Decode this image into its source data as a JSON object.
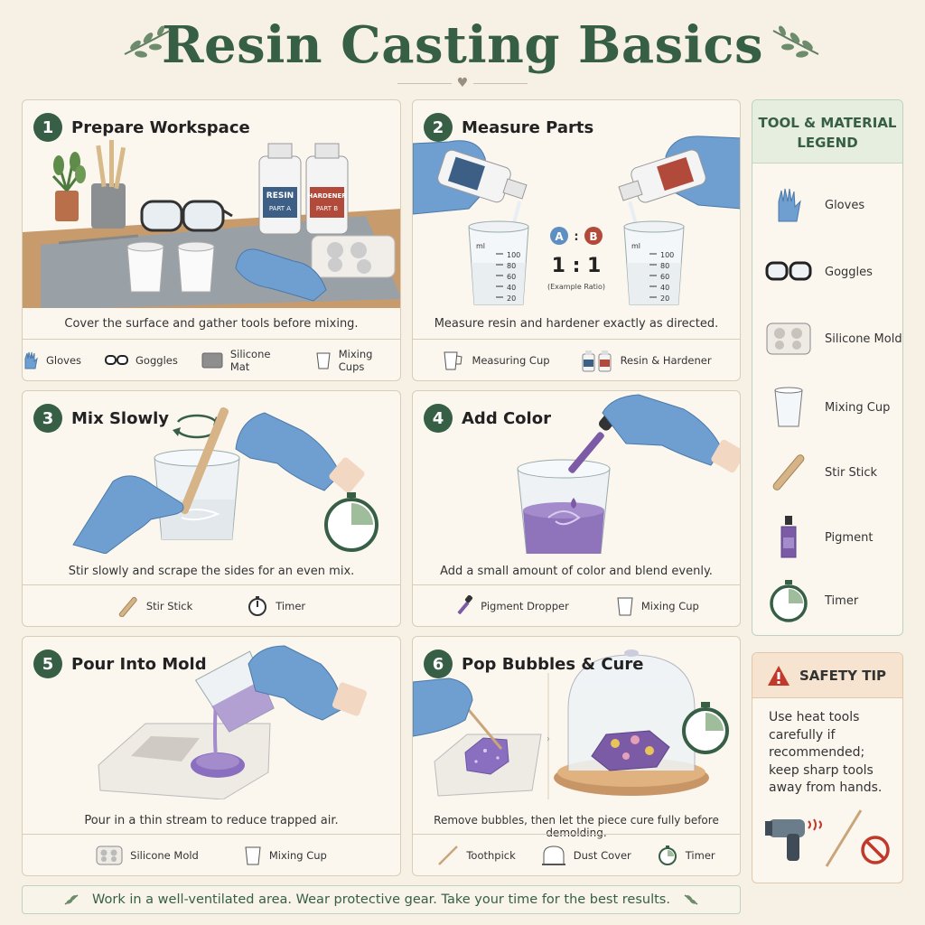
{
  "title": "Resin Casting Basics",
  "steps": [
    {
      "number": "1",
      "title": "Prepare Workspace",
      "caption": "Cover the surface and gather tools before mixing.",
      "bottle_labels": [
        "RESIN",
        "PART A",
        "HARDENER",
        "PART B"
      ],
      "tools": [
        "Gloves",
        "Goggles",
        "Silicone Mat",
        "Mixing Cups"
      ]
    },
    {
      "number": "2",
      "title": "Measure Parts",
      "caption": "Measure resin and hardener exactly as directed.",
      "ratio_a": "A",
      "ratio_b": "B",
      "ratio_sep": ":",
      "ratio": "1 : 1",
      "ratio_note": "(Example Ratio)",
      "cup_unit": "ml",
      "cup_marks": [
        "100",
        "80",
        "60",
        "40",
        "20"
      ],
      "tools": [
        "Measuring Cup",
        "Resin & Hardener"
      ]
    },
    {
      "number": "3",
      "title": "Mix Slowly",
      "caption": "Stir slowly and scrape the sides for an even mix.",
      "tools": [
        "Stir Stick",
        "Timer"
      ]
    },
    {
      "number": "4",
      "title": "Add Color",
      "caption": "Add a small amount of color and blend evenly.",
      "tools": [
        "Pigment Dropper",
        "Mixing Cup"
      ]
    },
    {
      "number": "5",
      "title": "Pour Into Mold",
      "caption": "Pour in a thin stream to reduce trapped air.",
      "tools": [
        "Silicone Mold",
        "Mixing Cup"
      ]
    },
    {
      "number": "6",
      "title": "Pop Bubbles & Cure",
      "caption": "Remove bubbles, then let the piece cure fully before demolding.",
      "tools": [
        "Toothpick",
        "Dust Cover",
        "Timer"
      ]
    }
  ],
  "legend": {
    "title_line1": "TOOL & MATERIAL",
    "title_line2": "LEGEND",
    "items": [
      {
        "label": "Gloves",
        "icon": "glove-icon"
      },
      {
        "label": "Goggles",
        "icon": "goggles-icon"
      },
      {
        "label": "Silicone Mold",
        "icon": "silicone-mold-icon"
      },
      {
        "label": "Mixing Cup",
        "icon": "mixing-cup-icon"
      },
      {
        "label": "Stir Stick",
        "icon": "stir-stick-icon"
      },
      {
        "label": "Pigment",
        "icon": "pigment-bottle-icon"
      },
      {
        "label": "Timer",
        "icon": "timer-icon"
      }
    ]
  },
  "safety": {
    "title": "SAFETY TIP",
    "lines": [
      "Use heat tools",
      "carefully if",
      "recommended;",
      "keep sharp tools",
      "away from hands."
    ]
  },
  "footer": "Work in a well-ventilated area. Wear protective gear. Take your time for the best results.",
  "colors": {
    "brand_green": "#365f46",
    "glove_blue": "#6f9fd0",
    "resin_purple": "#7b5aa6",
    "warning_red": "#c0392b",
    "paper": "#f7f0e4"
  }
}
